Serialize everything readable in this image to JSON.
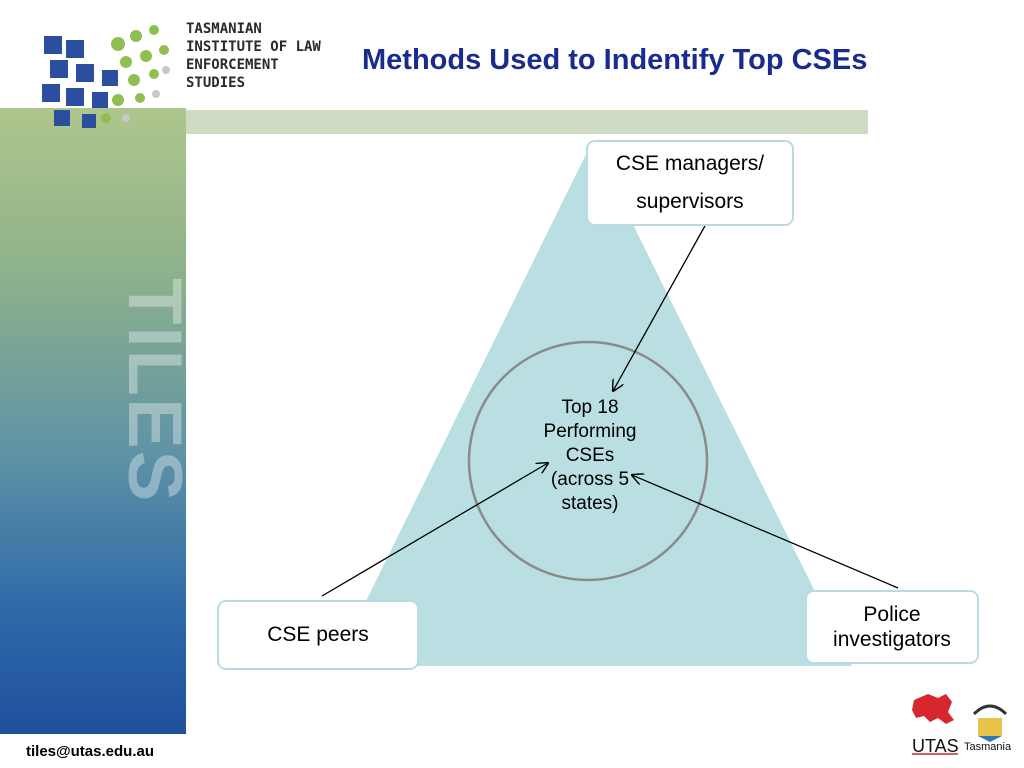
{
  "header": {
    "org_name": "TASMANIAN\nINSTITUTE OF LAW\nENFORCEMENT\nSTUDIES",
    "title": "Methods Used to Indentify Top CSEs"
  },
  "sidebar": {
    "watermark": "TILES"
  },
  "diagram": {
    "center": "Top 18\nPerforming\nCSEs\n(across 5\nstates)",
    "top_box": "CSE managers/\nsupervisors",
    "left_box": "CSE peers",
    "right_box": "Police\ninvestigators"
  },
  "footer": {
    "email": "tiles@utas.edu.au",
    "utas_logo_text": "UTAS",
    "tasmania_logo_text": "Tasmania"
  },
  "colors": {
    "title": "#1a2b8f",
    "triangle": "#b9dfe3",
    "box_border": "#b8dce2",
    "circle_stroke": "#8a8a8a"
  }
}
